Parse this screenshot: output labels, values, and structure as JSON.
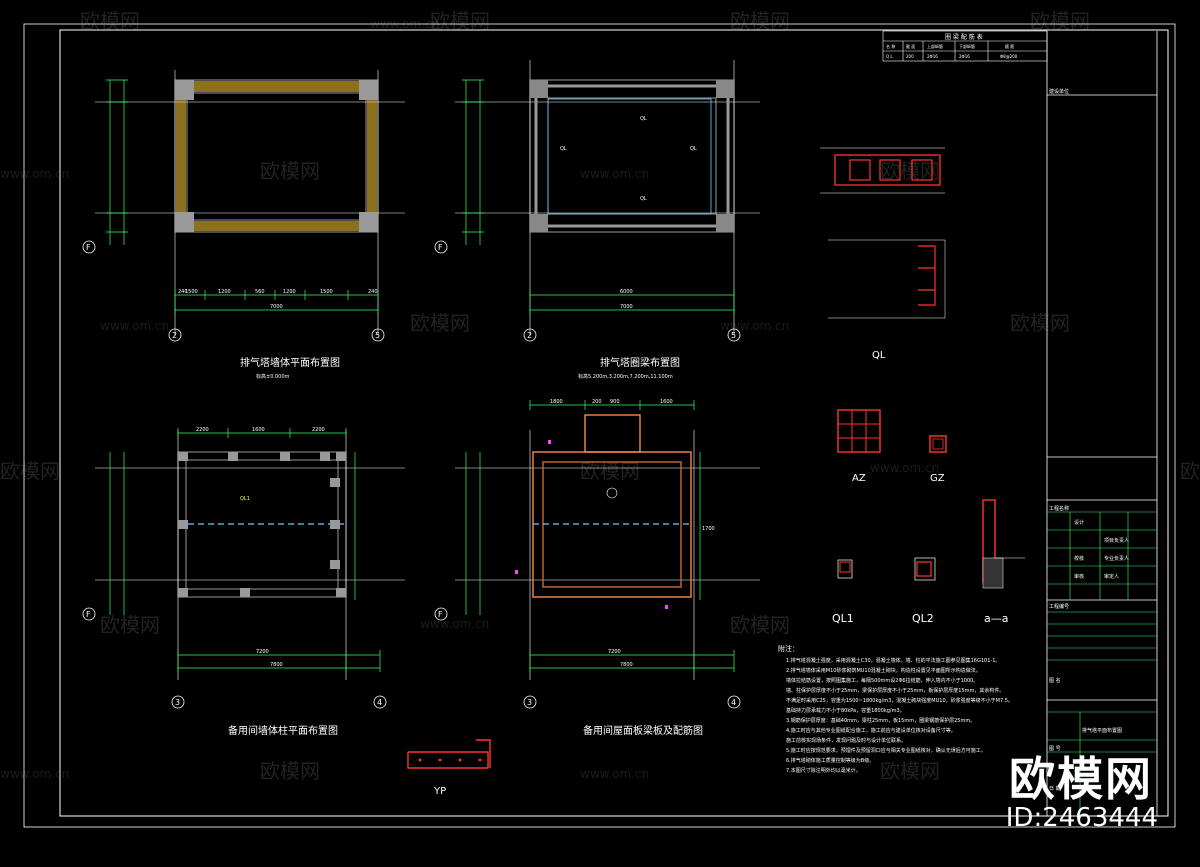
{
  "sheet": {
    "outer_frame": true
  },
  "plans": {
    "p1_title": "排气塔墙体平面布置图",
    "p1_sub": "标高±0.000m",
    "p2_title": "排气塔圈梁布置图",
    "p2_sub": "标高5.200m,3.200m,7.200m,11.100m",
    "p3_title": "备用间墙体柱平面布置图",
    "p4_title": "备用间屋面板梁板及配筋图",
    "axis": {
      "a2": "2",
      "a3": "3",
      "a4": "4",
      "a5": "5",
      "f": "F"
    },
    "dims_top": [
      "240",
      "1500",
      "1200",
      "560",
      "1200",
      "1500",
      "240"
    ],
    "dim_total": "7000",
    "dim_total2": "6000",
    "p3_top": [
      "2200",
      "1600",
      "2200"
    ],
    "p4_top": [
      "1800",
      "200",
      "900",
      "1600"
    ],
    "bottom_3": "7200",
    "bottom_4": "7800",
    "right_dim": "1700"
  },
  "sections": {
    "ql_label": "QL",
    "az_label": "AZ",
    "gz_label": "GZ",
    "ql1_label": "QL1",
    "ql2_label": "QL2",
    "cut_label": "a—a",
    "yp_label": "YP"
  },
  "table": {
    "title": "圈 梁 配 筋 表",
    "cols": [
      "名 称",
      "截 面",
      "上部纵筋",
      "下部纵筋",
      "箍 筋"
    ],
    "row": [
      "Q L",
      "200",
      "2Φ16",
      "2Φ16",
      "Φ8@200"
    ]
  },
  "notes": {
    "title": "附注：",
    "lines": [
      "1.排气塔混凝土强度，采用混凝土C30，混凝土墙体，墙、柱的平法施工图参见图集16G101-1。",
      "2.排气塔墙体采用M10砂浆砌筑MU10混凝土砌块，构造柱设置见平面图所示构造做法。",
      "  墙体拉结筋设置，按照图集施工，每隔500mm设2Φ6拉结筋，伸入墙内不小于1000。",
      "  墙、柱保护层厚度不小于25mm，梁保护层厚度不小于25mm，板保护层厚度15mm，其余构件。",
      "  不满足时采用C25，容重为1500~1800kg/m3，混凝土砌块强度MU10，砂浆强度等级不小于M7.5。",
      "  基础持力层承载力不小于80kPa，容重1800kg/m3。",
      "3.钢筋保护层厚度：基础40mm，梁柱25mm，板15mm，圈梁钢筋保护层25mm。",
      "4.施工时应与其他专业图纸配合施工，施工前应与建设单位核对设备尺寸等。",
      "  施工前核实现场条件，发现问题及时与设计单位联系。",
      "5.施工时应按规范要求，预埋件及预留洞口应与相关专业图纸核对，确认无误后方可施工。",
      "6.排气塔砌体施工质量控制等级为B级。",
      "7.本图尺寸除注明外均以毫米计。"
    ]
  },
  "titleblock": {
    "r1": "建设单位",
    "r2": "工程名称",
    "r3": "图 名",
    "c1": "设计",
    "c2": "校核",
    "c3": "审核",
    "c4": "项目负责人",
    "c5": "专业负责人",
    "c6": "审定人",
    "d1": "工程编号",
    "d2": "图 号",
    "d3": "日 期",
    "project": "排气塔平面布置图"
  },
  "watermark": {
    "brand": "欧模网",
    "url": "www.om.cn",
    "big_brand": "欧模网",
    "id": "ID:2463444"
  }
}
